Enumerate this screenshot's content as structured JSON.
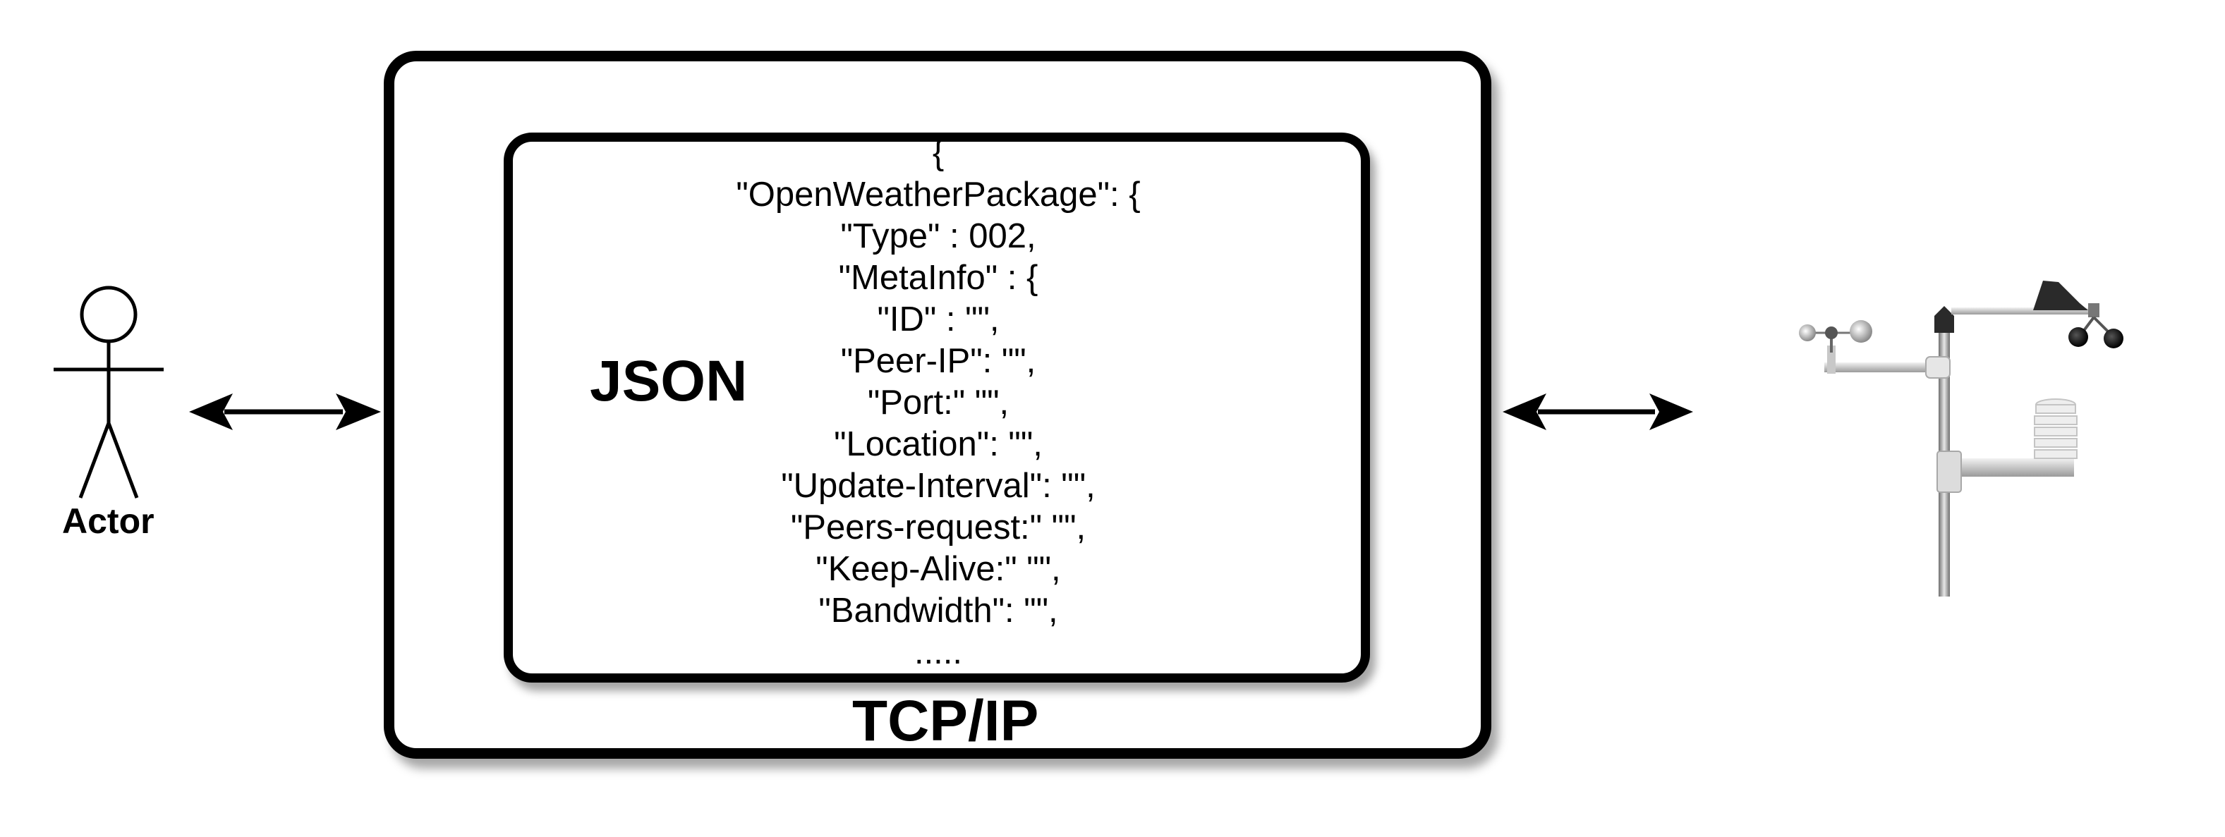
{
  "labels": {
    "actor": "Actor",
    "json": "JSON",
    "transport": "TCP/IP"
  },
  "json_lines": [
    "{",
    "\"OpenWeatherPackage\": {",
    "\"Type\" : 002,",
    "\"MetaInfo\" : {",
    "\"ID\" : \"\",",
    "\"Peer-IP\": \"\",",
    "\"Port:\" \"\",",
    "\"Location\": \"\",",
    "\"Update-Interval\": \"\",",
    "\"Peers-request:\" \"\",",
    "\"Keep-Alive:\" \"\",",
    "\"Bandwidth\": \"\",",
    "....."
  ],
  "icons": {
    "actor": "stick-figure-icon",
    "station": "weather-station-icon",
    "arrows": "double-arrow-icon"
  },
  "colors": {
    "stroke": "#000000",
    "background": "#ffffff",
    "station_metal": "#9a9a9a"
  }
}
